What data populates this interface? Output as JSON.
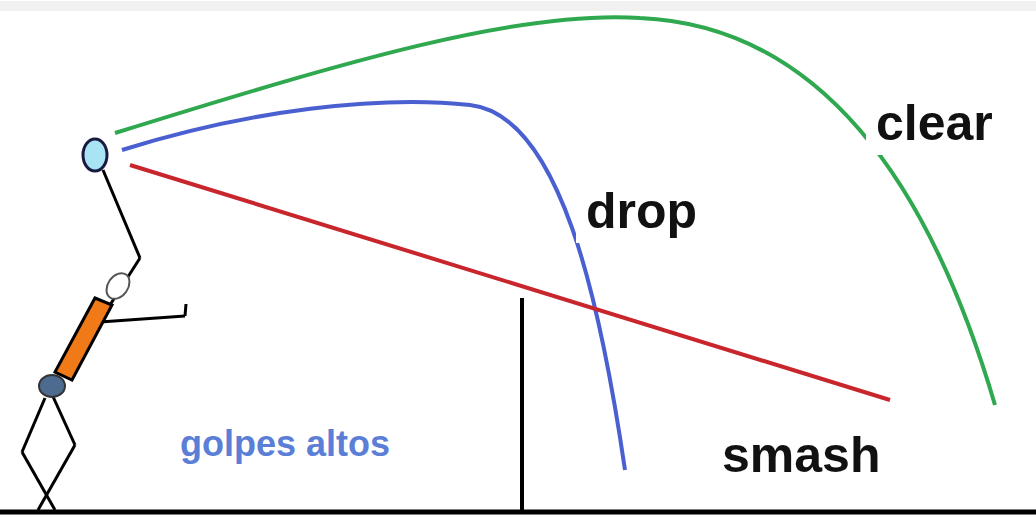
{
  "diagram": {
    "labels": [
      "clear",
      "drop",
      "smash",
      "golpes altos"
    ]
  }
}
